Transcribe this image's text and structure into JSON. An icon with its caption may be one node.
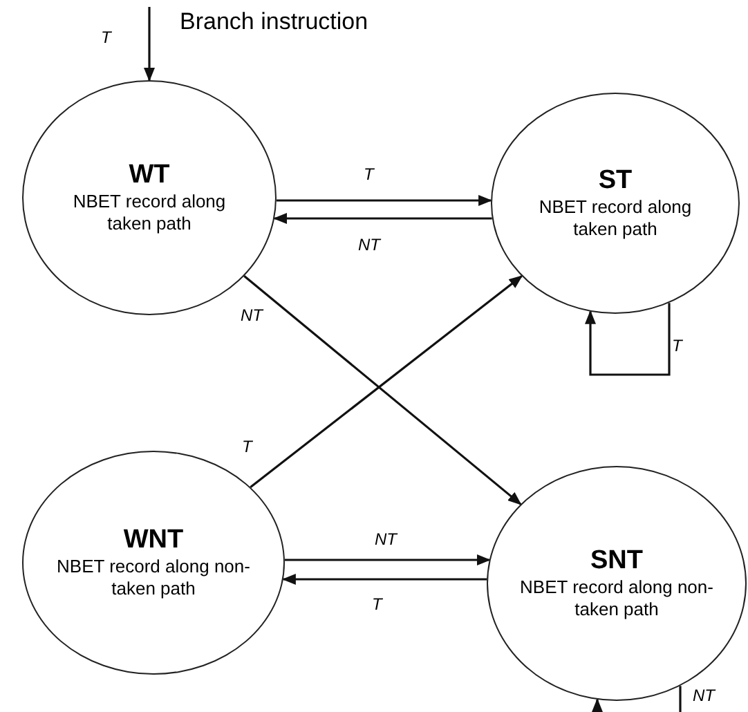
{
  "diagram": {
    "nodes": [
      {
        "text": [
          "WT",
          "NBET record along taken path"
        ]
      },
      {
        "text": [
          "ST",
          "NBET record along taken path"
        ]
      },
      {
        "text": [
          "WNT",
          "NBET record along non-taken path"
        ]
      },
      {
        "text": [
          "SNT",
          "NBET record along non-taken path"
        ]
      }
    ],
    "edges": [
      {
        "from": null,
        "to": 0,
        "arrow": "to",
        "label": "T"
      },
      {
        "from": 0,
        "to": 1,
        "arrow": "to",
        "label": "T"
      },
      {
        "from": 1,
        "to": 0,
        "arrow": "to",
        "label": "NT"
      },
      {
        "from": 0,
        "to": 3,
        "arrow": "to",
        "label": "NT"
      },
      {
        "from": 2,
        "to": 1,
        "arrow": "to",
        "label": "T"
      },
      {
        "from": 1,
        "to": 1,
        "arrow": "to",
        "label": "T"
      },
      {
        "from": 2,
        "to": 3,
        "arrow": "to",
        "label": "NT"
      },
      {
        "from": 3,
        "to": 2,
        "arrow": "to",
        "label": "T"
      },
      {
        "from": 3,
        "to": 3,
        "arrow": "to",
        "label": "NT"
      }
    ],
    "labels": [
      "Branch instruction"
    ]
  }
}
